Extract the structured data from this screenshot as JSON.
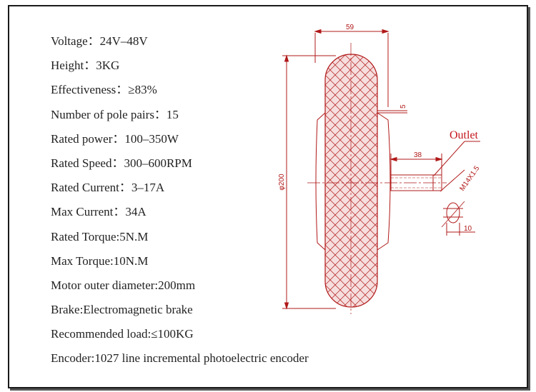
{
  "specs": [
    "Voltage：24V–48V",
    "Height：3KG",
    "Effectiveness：≥83%",
    "Number of pole pairs：15",
    "Rated power：100–350W",
    "Rated Speed：300–600RPM",
    "Rated Current：3–17A",
    "Max Current：34A",
    "Rated Torque:5N.M",
    "Max Torque:10N.M",
    "Motor outer diameter:200mm",
    "Brake:Electromagnetic brake",
    "Recommended load:≤100KG",
    "Encoder:1027 line incremental photoelectric encoder"
  ],
  "drawing": {
    "dim_width": "59",
    "dim_diameter": "φ200",
    "dim_offset": "5",
    "dim_shaft_length": "38",
    "dim_thread": "M14X1.5",
    "dim_flat": "10",
    "outlet_label": "Outlet"
  },
  "colors": {
    "line": "#b01818",
    "hatch_fill": "#f6dede",
    "outlet": "#c4161c",
    "text": "#222222"
  }
}
